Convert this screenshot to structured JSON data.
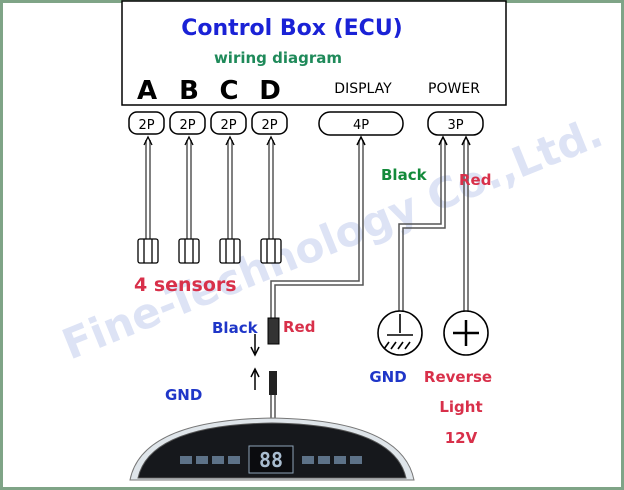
{
  "ecu": {
    "title": "Control Box (ECU)",
    "subtitle": "wiring diagram",
    "channels": [
      "A",
      "B",
      "C",
      "D"
    ],
    "display_label": "DISPLAY",
    "power_label": "POWER"
  },
  "connectors": {
    "sensor_connector": "2P",
    "display_connector": "4P",
    "power_connector": "3P"
  },
  "wires": {
    "power_black": "Black",
    "power_red": "Red",
    "display_black": "Black",
    "display_red": "Red",
    "gnd": "GND"
  },
  "sensors_label": "4 sensors",
  "power_terminals": {
    "ground_label": "GND",
    "reverse_line1": "Reverse",
    "reverse_line2": "Light",
    "reverse_line3": "12V"
  },
  "display_unit": {
    "readout": "88"
  },
  "watermark": "Fine-Technology Co.,Ltd.",
  "colors": {
    "frame": "#7fa487",
    "title_blue": "#1a22d6",
    "subtitle_green": "#1f8a5a",
    "wire_black_green": "#138a3a",
    "wire_red": "#d8304a",
    "gnd_blue": "#1f36c8",
    "watermark": "#dde3f5"
  }
}
